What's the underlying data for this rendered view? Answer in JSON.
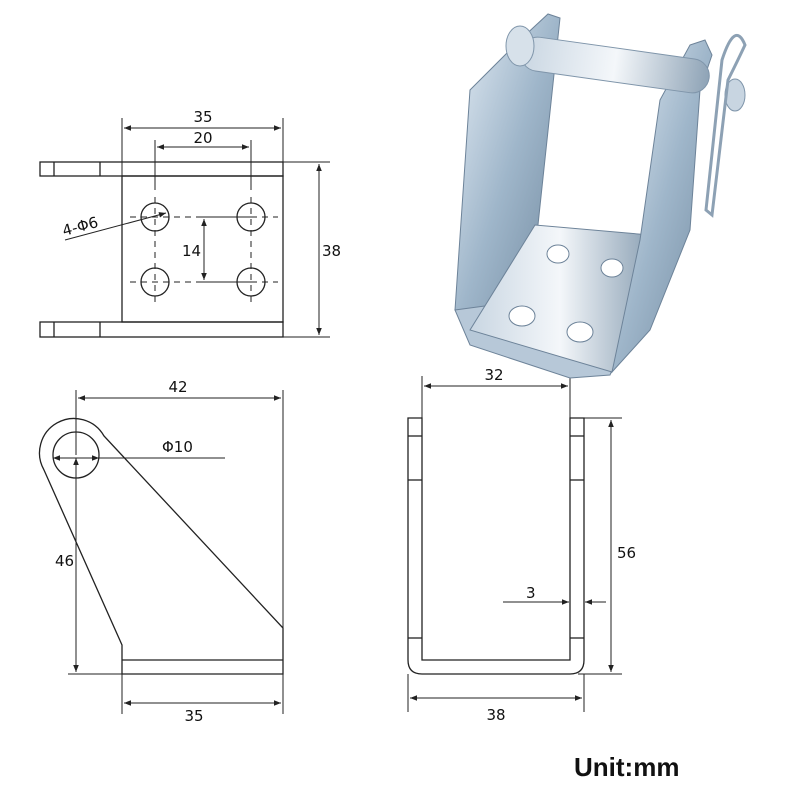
{
  "top_view": {
    "width_overall": "35",
    "hole_spacing_x": "20",
    "height": "38",
    "hole_spacing_y": "14",
    "holes": "4-Φ6"
  },
  "side_view": {
    "length": "42",
    "pin_hole": "Φ10",
    "height": "46",
    "base_length": "35"
  },
  "front_view": {
    "inner_width": "32",
    "outer_width": "38",
    "height": "56",
    "thickness": "3"
  },
  "unit_label": "Unit:mm",
  "colors": {
    "line": "#222222",
    "metal": "#a9bccd"
  }
}
